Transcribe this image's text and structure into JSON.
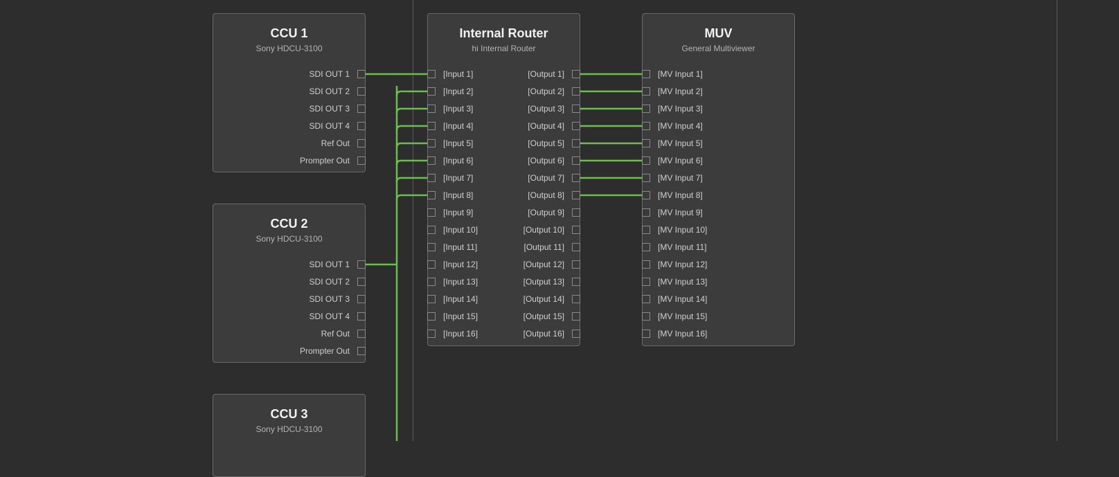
{
  "colors": {
    "background": "#2d2d2d",
    "node_fill": "#3c3c3c",
    "node_border": "#6a6a6a",
    "wire": "#6cbf4f"
  },
  "nodes": {
    "ccu1": {
      "title": "CCU 1",
      "subtitle": "Sony HDCU-3100",
      "outputs": [
        "SDI OUT 1",
        "SDI OUT 2",
        "SDI OUT 3",
        "SDI OUT 4",
        "Ref Out",
        "Prompter Out"
      ]
    },
    "ccu2": {
      "title": "CCU 2",
      "subtitle": "Sony HDCU-3100",
      "outputs": [
        "SDI OUT 1",
        "SDI OUT 2",
        "SDI OUT 3",
        "SDI OUT 4",
        "Ref Out",
        "Prompter Out"
      ]
    },
    "ccu3": {
      "title": "CCU 3",
      "subtitle": "Sony HDCU-3100"
    },
    "router": {
      "title": "Internal Router",
      "subtitle": "hi Internal Router",
      "inputs": [
        "[Input 1]",
        "[Input 2]",
        "[Input 3]",
        "[Input 4]",
        "[Input 5]",
        "[Input 6]",
        "[Input 7]",
        "[Input 8]",
        "[Input 9]",
        "[Input 10]",
        "[Input 11]",
        "[Input 12]",
        "[Input 13]",
        "[Input 14]",
        "[Input 15]",
        "[Input 16]"
      ],
      "outputs": [
        "[Output 1]",
        "[Output 2]",
        "[Output 3]",
        "[Output 4]",
        "[Output 5]",
        "[Output 6]",
        "[Output 7]",
        "[Output 8]",
        "[Output 9]",
        "[Output 10]",
        "[Output 11]",
        "[Output 12]",
        "[Output 13]",
        "[Output 14]",
        "[Output 15]",
        "[Output 16]"
      ]
    },
    "muv": {
      "title": "MUV",
      "subtitle": "General Multiviewer",
      "inputs": [
        "[MV Input 1]",
        "[MV Input 2]",
        "[MV Input 3]",
        "[MV Input 4]",
        "[MV Input 5]",
        "[MV Input 6]",
        "[MV Input 7]",
        "[MV Input 8]",
        "[MV Input 9]",
        "[MV Input 10]",
        "[MV Input 11]",
        "[MV Input 12]",
        "[MV Input 13]",
        "[MV Input 14]",
        "[MV Input 15]",
        "[MV Input 16]"
      ]
    }
  }
}
